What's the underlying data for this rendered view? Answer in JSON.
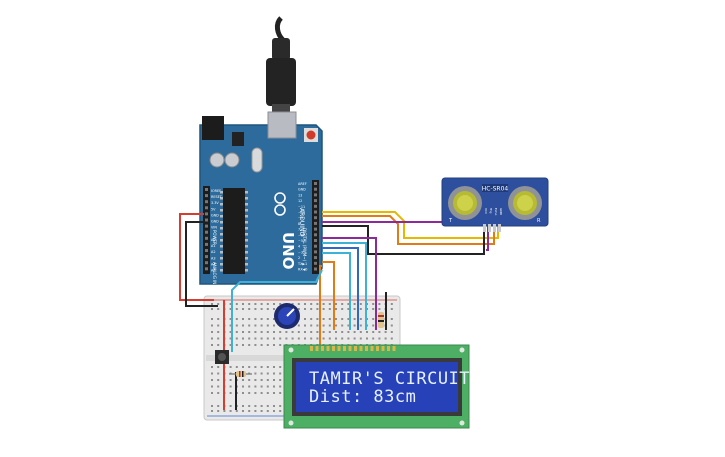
{
  "arduino": {
    "board_name": "UNO",
    "brand": "ARDUINO",
    "power_labels": [
      "IOREF",
      "RESET",
      "3.3V",
      "5V",
      "GND",
      "GND",
      "VIN"
    ],
    "analog_labels": [
      "A0",
      "A1",
      "A2",
      "A3",
      "A4",
      "A5"
    ],
    "digital_labels": [
      "AREF",
      "GND",
      "13",
      "12",
      "~11",
      "~10",
      "~9",
      "8",
      "7",
      "~6",
      "~5",
      "4",
      "~3",
      "2",
      "TX▶1",
      "RX◀0"
    ],
    "section_labels": {
      "power": "POWER",
      "analog": "ANALOG IN",
      "digital": "DIGITAL (PWM~)"
    }
  },
  "ultrasonic": {
    "model": "HC-SR04",
    "pin_labels": [
      "VCC",
      "Trig",
      "Echo",
      "GND"
    ],
    "corner_marks": [
      "T",
      "R"
    ]
  },
  "lcd": {
    "line1": "TAMIR'S CIRCUIT",
    "line2": "Dist: 83cm"
  },
  "colors": {
    "arduino_board": "#2c6b9c",
    "lcd_screen": "#2742b8",
    "lcd_bezel": "#4caf63",
    "sensor_board": "#2d4f9e",
    "breadboard": "#e9e9e9",
    "wire_yellow": "#e6b800",
    "wire_orange": "#e07b16",
    "wire_purple": "#8c2a9c",
    "wire_cyan": "#3fb0d6",
    "wire_blue": "#2f68c8",
    "wire_red": "#d63c2f",
    "wire_black": "#222222"
  }
}
